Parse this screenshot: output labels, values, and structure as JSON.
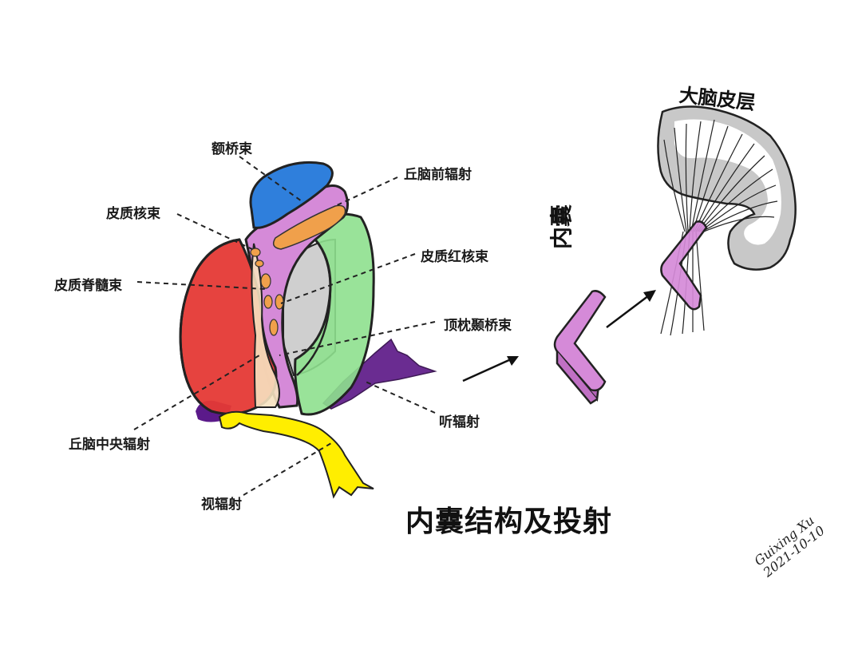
{
  "title": "内囊结构及投射",
  "labels": {
    "frontopontine": "额桥束",
    "anterior_thalamic_radiation": "丘脑前辐射",
    "corticonuclear": "皮质核束",
    "corticorubral": "皮质红核束",
    "corticospinal": "皮质脊髓束",
    "parieto_occipito_temporo_pontine": "顶枕颞桥束",
    "central_thalamic_radiation": "丘脑中央辐射",
    "auditory_radiation": "听辐射",
    "optic_radiation": "视辐射"
  },
  "internal_capsule_label": "内囊",
  "cerebral_cortex_label": "大脑皮层",
  "signature": {
    "line1": "Guixing Xu",
    "line2": "2021-10-10"
  },
  "colors": {
    "lentiform_red": "#e53935",
    "caudate_blue": "#2f7fdc",
    "thalamus_green": "#8ee08e",
    "capsule_purple": "#d58ad8",
    "fiber_orange": "#f0a04b",
    "optic_yellow": "#ffee00",
    "auditory_purple": "#6a2c91",
    "cortex_gray": "#c8c8c8"
  }
}
